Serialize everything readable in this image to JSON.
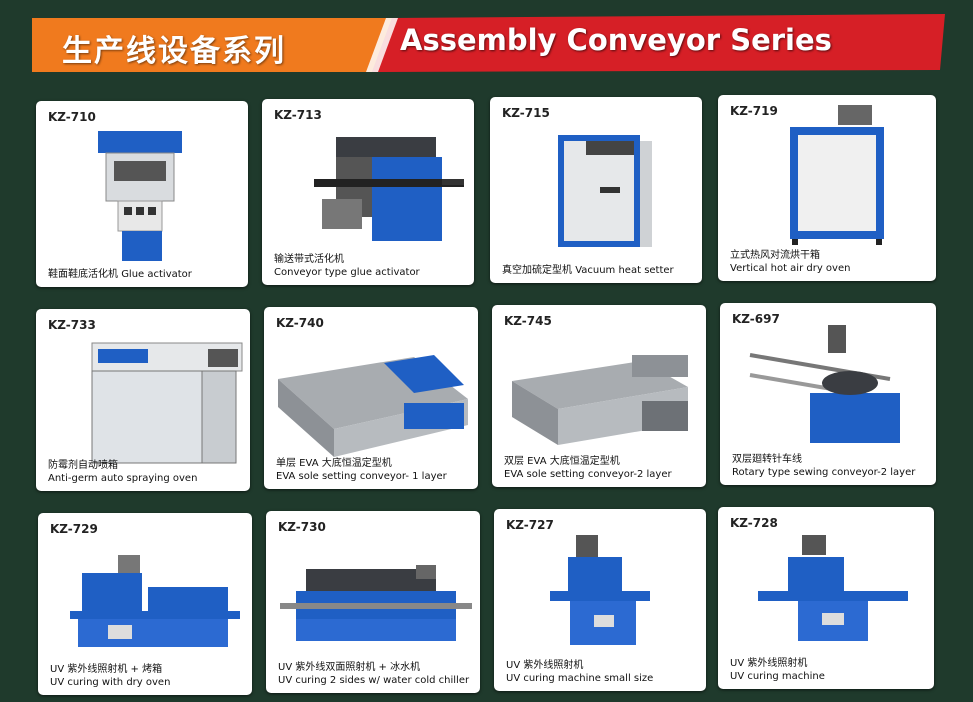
{
  "banner": {
    "title_cn": "生产线设备系列",
    "title_en": "Assembly Conveyor Series",
    "colors": {
      "orange": "#f07a1e",
      "red": "#d61f26",
      "bg": "#1f3a2c"
    }
  },
  "products": [
    {
      "code": "KZ-710",
      "cn": "鞋面鞋底活化机",
      "en": "Glue activator"
    },
    {
      "code": "KZ-713",
      "cn": "输送带式活化机",
      "en": "Conveyor type glue activator"
    },
    {
      "code": "KZ-715",
      "cn": "真空加硫定型机",
      "en": "Vacuum heat setter"
    },
    {
      "code": "KZ-719",
      "cn": "立式热风对流烘干箱",
      "en": "Vertical hot air dry oven"
    },
    {
      "code": "KZ-733",
      "cn": "防霉剂自动喷箱",
      "en": "Anti-germ auto spraying oven"
    },
    {
      "code": "KZ-740",
      "cn": "单层 EVA 大底恒温定型机",
      "en": "EVA sole setting conveyor- 1 layer"
    },
    {
      "code": "KZ-745",
      "cn": "双层 EVA 大底恒温定型机",
      "en": "EVA sole setting conveyor-2 layer"
    },
    {
      "code": "KZ-697",
      "cn": "双层廻转针车线",
      "en": "Rotary type sewing conveyor-2 layer"
    },
    {
      "code": "KZ-729",
      "cn": "UV 紫外线照射机 + 烤箱",
      "en": "UV curing with dry oven"
    },
    {
      "code": "KZ-730",
      "cn": "UV 紫外线双面照射机 + 冰水机",
      "en": "UV curing 2 sides w/ water cold chiller"
    },
    {
      "code": "KZ-727",
      "cn": "UV 紫外线照射机",
      "en": "UV curing machine small size"
    },
    {
      "code": "KZ-728",
      "cn": "UV 紫外线照射机",
      "en": "UV curing machine"
    }
  ],
  "machine_colors": {
    "blue": "#1f5fc4",
    "grey": "#a8acb0",
    "dark": "#3a3d42"
  }
}
